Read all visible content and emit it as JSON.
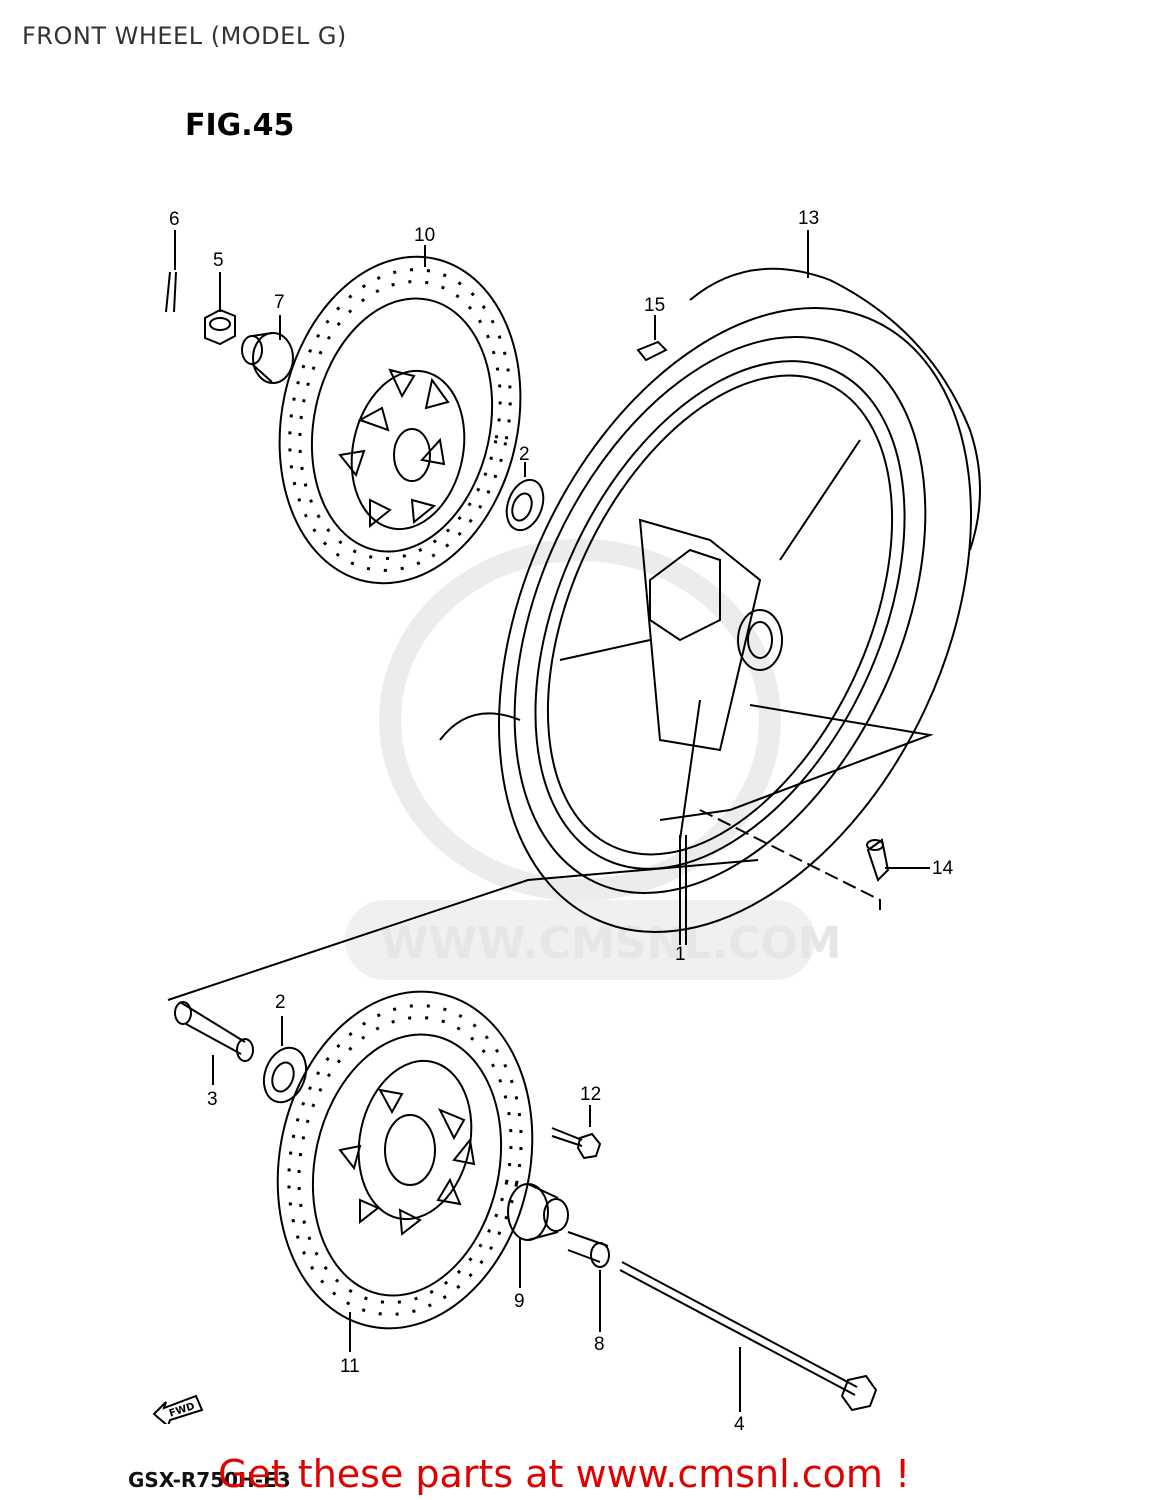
{
  "page": {
    "title": "FRONT WHEEL (MODEL G)",
    "figure": "FIG.45",
    "model_code": "GSX-R750H-E3",
    "promo": "Get these parts at www.cmsnl.com !",
    "watermark": "WWW.CMSNL.COM",
    "fwd_label": "FWD"
  },
  "callouts": [
    "1",
    "2",
    "2",
    "3",
    "4",
    "5",
    "6",
    "7",
    "8",
    "9",
    "10",
    "11",
    "12",
    "13",
    "14",
    "15"
  ],
  "colors": {
    "line": "#000000",
    "promo": "#e00000",
    "watermark": "#e6e6e6"
  }
}
